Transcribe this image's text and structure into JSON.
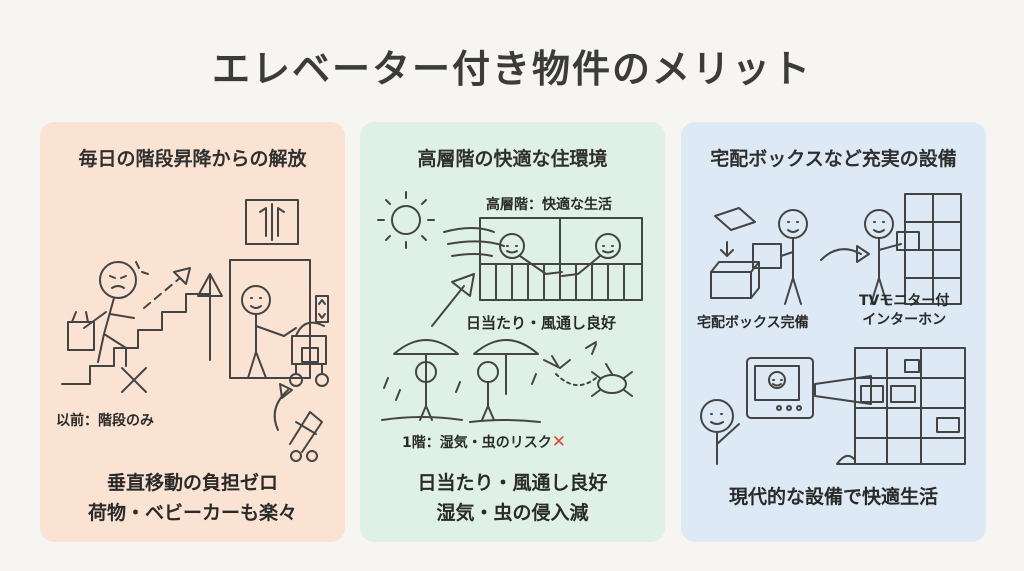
{
  "title": "エレベーター付き物件のメリット",
  "colors": {
    "panel1_bg": "#fbe3d3",
    "panel2_bg": "#dff1e7",
    "panel3_bg": "#dde9f4",
    "arrow_green": "#5aa85a",
    "arrow_red": "#e04a3c",
    "yellow": "#f2df3c"
  },
  "panels": [
    {
      "title": "毎日の階段昇降からの解放",
      "labels": {
        "before": "以前：階段のみ"
      },
      "footer_lines": [
        "垂直移動の負担ゼロ",
        "荷物・ベビーカーも楽々"
      ],
      "icons": [
        "elevator-icon",
        "stairs-icon",
        "stroller-icon",
        "cross-icon"
      ]
    },
    {
      "title": "高層階の快適な住環境",
      "labels": {
        "high_floor": "高層階：快適な生活",
        "sun_wind": "日当たり・風通し良好",
        "first_floor": "1階：湿気・虫のリスク"
      },
      "cross_mark": "✕",
      "footer_lines": [
        "日当たり・風通し良好",
        "湿気・虫の侵入減"
      ],
      "icons": [
        "sun-icon",
        "wind-icon",
        "umbrella-icon",
        "mosquito-icon",
        "cockroach-icon"
      ]
    },
    {
      "title": "宅配ボックスなど充実の設備",
      "labels": {
        "delivery_box": "宅配ボックス完備",
        "tv_monitor_line1": "TVモニター付",
        "tv_monitor_line2": "インターホン"
      },
      "footer_lines": [
        "現代的な設備で快適生活"
      ],
      "icons": [
        "package-icon",
        "locker-icon",
        "intercom-icon",
        "building-icon"
      ]
    }
  ]
}
